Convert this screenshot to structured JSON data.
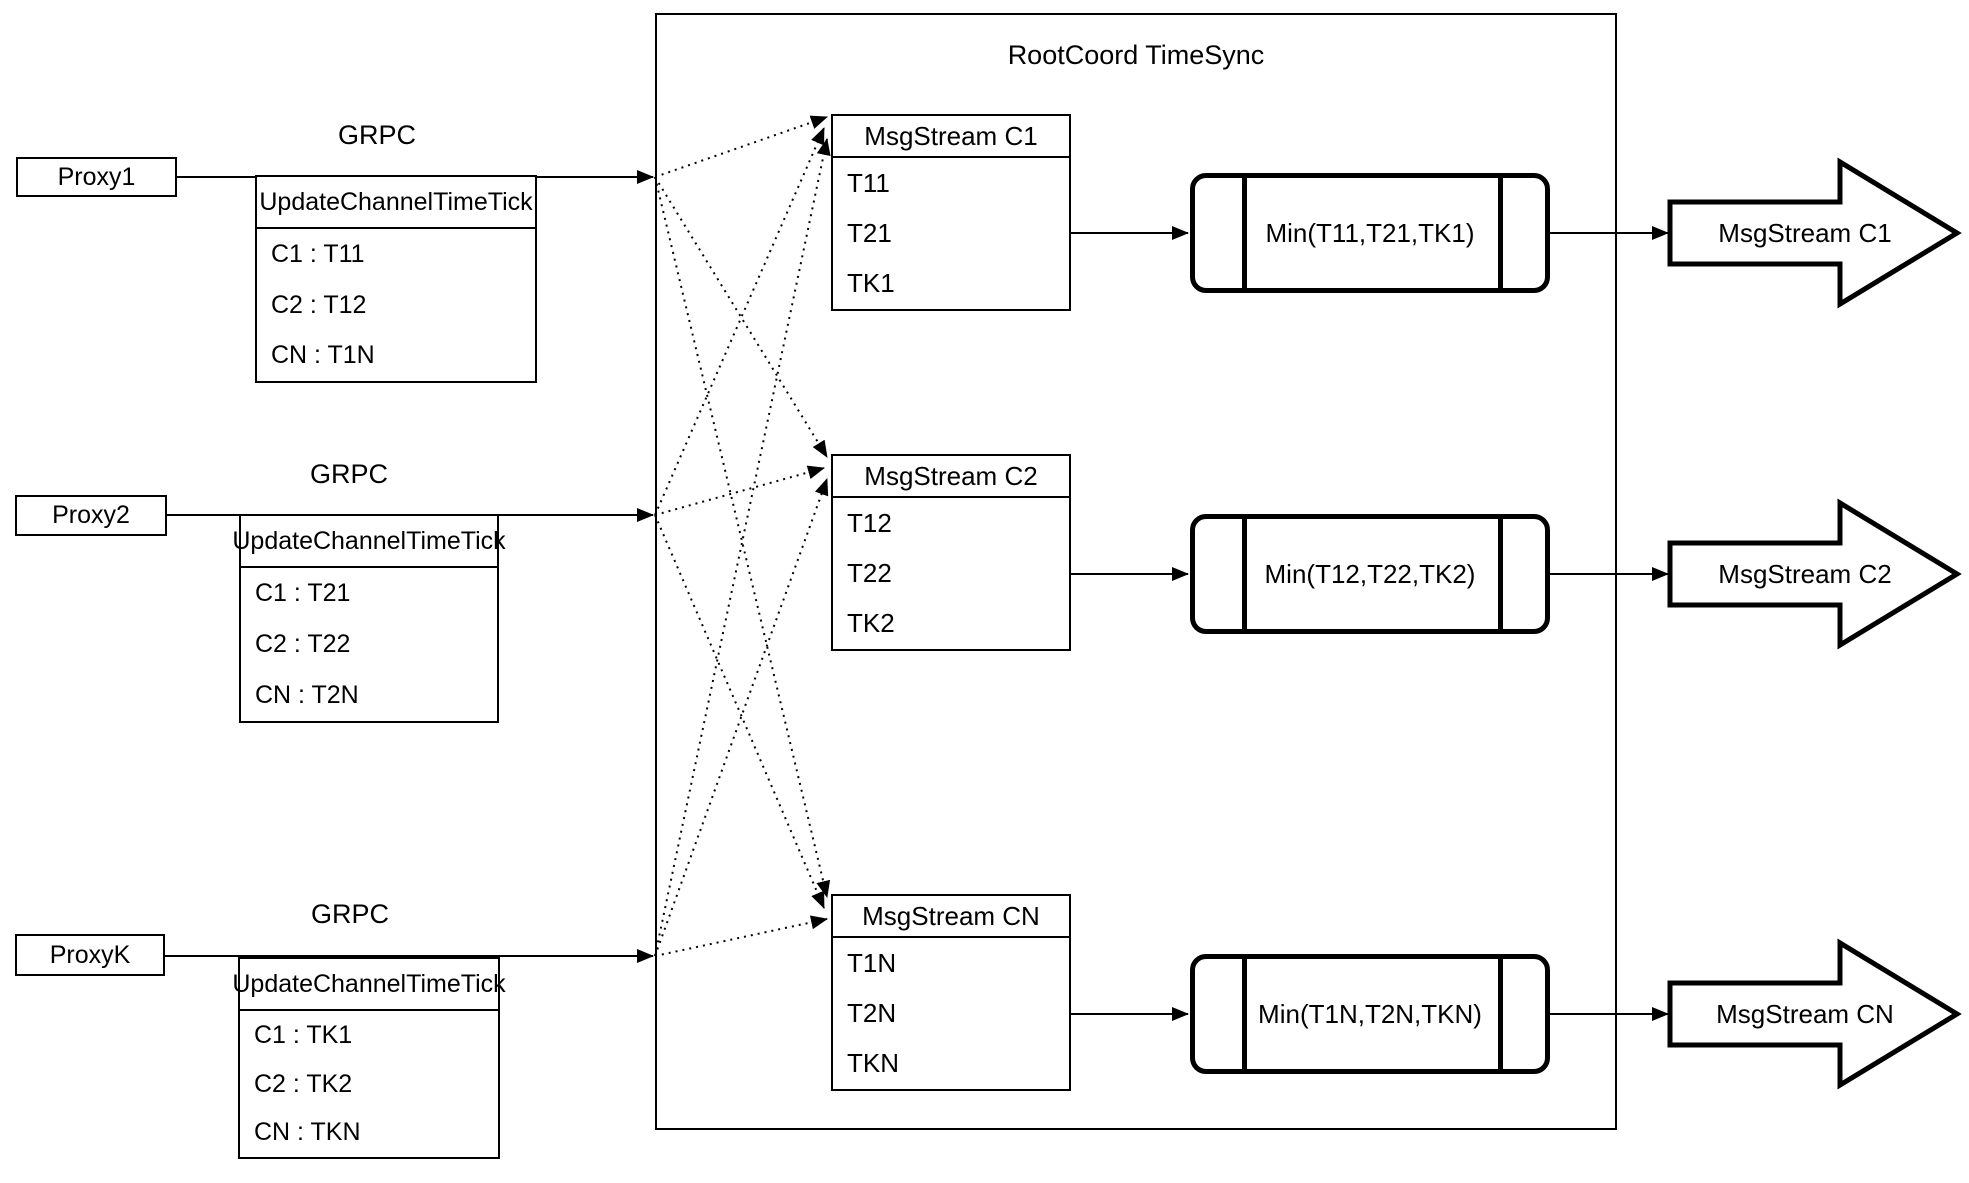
{
  "diagram": {
    "container_title": "RootCoord TimeSync",
    "colors": {
      "line": "#000000",
      "background": "#ffffff"
    },
    "proxies": [
      {
        "name": "Proxy1",
        "protocol_label": "GRPC",
        "table_header": "UpdateChannelTimeTick",
        "rows": [
          "C1 :  T11",
          "C2 :  T12",
          "CN : T1N"
        ]
      },
      {
        "name": "Proxy2",
        "protocol_label": "GRPC",
        "table_header": "UpdateChannelTimeTick",
        "rows": [
          "C1 :  T21",
          "C2 :  T22",
          "CN : T2N"
        ]
      },
      {
        "name": "ProxyK",
        "protocol_label": "GRPC",
        "table_header": "UpdateChannelTimeTick",
        "rows": [
          "C1 :  TK1",
          "C2 :  TK2",
          "CN : TKN"
        ]
      }
    ],
    "streams": [
      {
        "header": "MsgStream C1",
        "entries": [
          "T11",
          "T21",
          "TK1"
        ],
        "min_label": "Min(T11,T21,TK1)",
        "output_label": "MsgStream C1"
      },
      {
        "header": "MsgStream C2",
        "entries": [
          "T12",
          "T22",
          "TK2"
        ],
        "min_label": "Min(T12,T22,TK2)",
        "output_label": "MsgStream C2"
      },
      {
        "header": "MsgStream CN",
        "entries": [
          "T1N",
          "T2N",
          "TKN"
        ],
        "min_label": "Min(T1N,T2N,TKN)",
        "output_label": "MsgStream CN"
      }
    ]
  }
}
